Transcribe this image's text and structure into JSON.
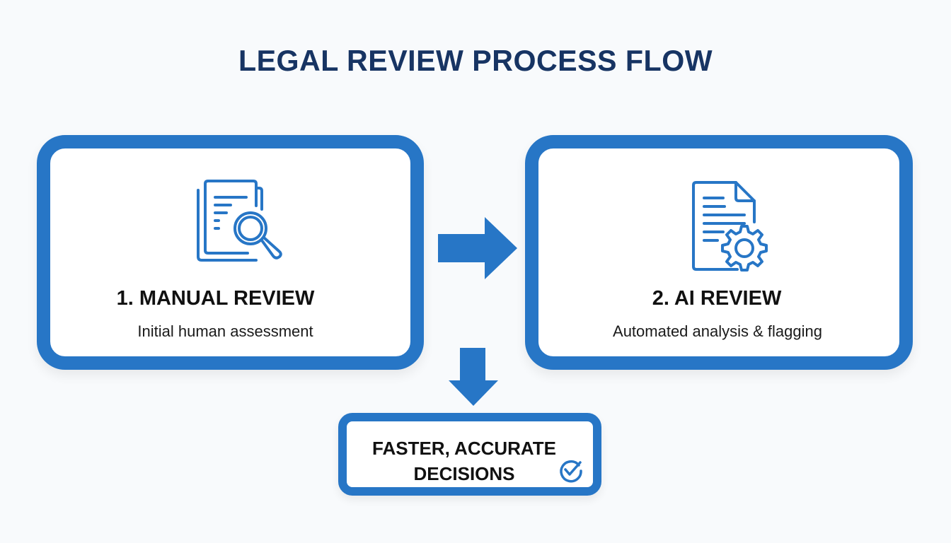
{
  "title": "LEGAL REVIEW PROCESS FLOW",
  "colors": {
    "accent": "#2776c6",
    "title": "#173463",
    "background": "#f8fafc",
    "text": "#111111"
  },
  "steps": [
    {
      "icon": "document-search-icon",
      "heading": "1. MANUAL REVIEW",
      "description": "Initial human assessment"
    },
    {
      "icon": "document-gear-icon",
      "heading": "2. AI REVIEW",
      "description": "Automated analysis & flagging"
    }
  ],
  "connectors": [
    {
      "icon": "arrow-right-icon",
      "from": "1. MANUAL REVIEW",
      "to": "2. AI REVIEW"
    },
    {
      "icon": "arrow-down-icon",
      "to": "FASTER, ACCURATE DECISIONS"
    }
  ],
  "outcome": {
    "line1": "FASTER, ACCURATE",
    "line2": "DECISIONS",
    "icon": "check-circle-icon"
  }
}
